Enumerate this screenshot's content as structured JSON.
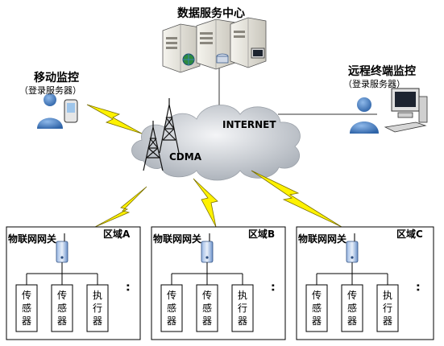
{
  "data_center": {
    "title": "数据服务中心"
  },
  "mobile_monitor": {
    "title": "移动监控",
    "subtitle": "（登录服务器）"
  },
  "remote_monitor": {
    "title": "远程终端监控",
    "subtitle": "（登录服务器）"
  },
  "network": {
    "internet": "INTERNET",
    "cdma": "CDMA"
  },
  "regions": [
    {
      "gateway": "物联网网关",
      "zone": "区域A",
      "devices": [
        "传感器",
        "传感器",
        "执行器"
      ],
      "more": "··"
    },
    {
      "gateway": "物联网网关",
      "zone": "区域B",
      "devices": [
        "传感器",
        "传感器",
        "执行器"
      ],
      "more": "··"
    },
    {
      "gateway": "物联网网关",
      "zone": "区域C",
      "devices": [
        "传感器",
        "传感器",
        "执行器"
      ],
      "more": "··"
    }
  ],
  "colors": {
    "cloud": "#c9ced4",
    "lightning": "#fff200",
    "person": "#3a74b8",
    "server": "#e8e6e0",
    "gateway": "#4a78b8"
  }
}
